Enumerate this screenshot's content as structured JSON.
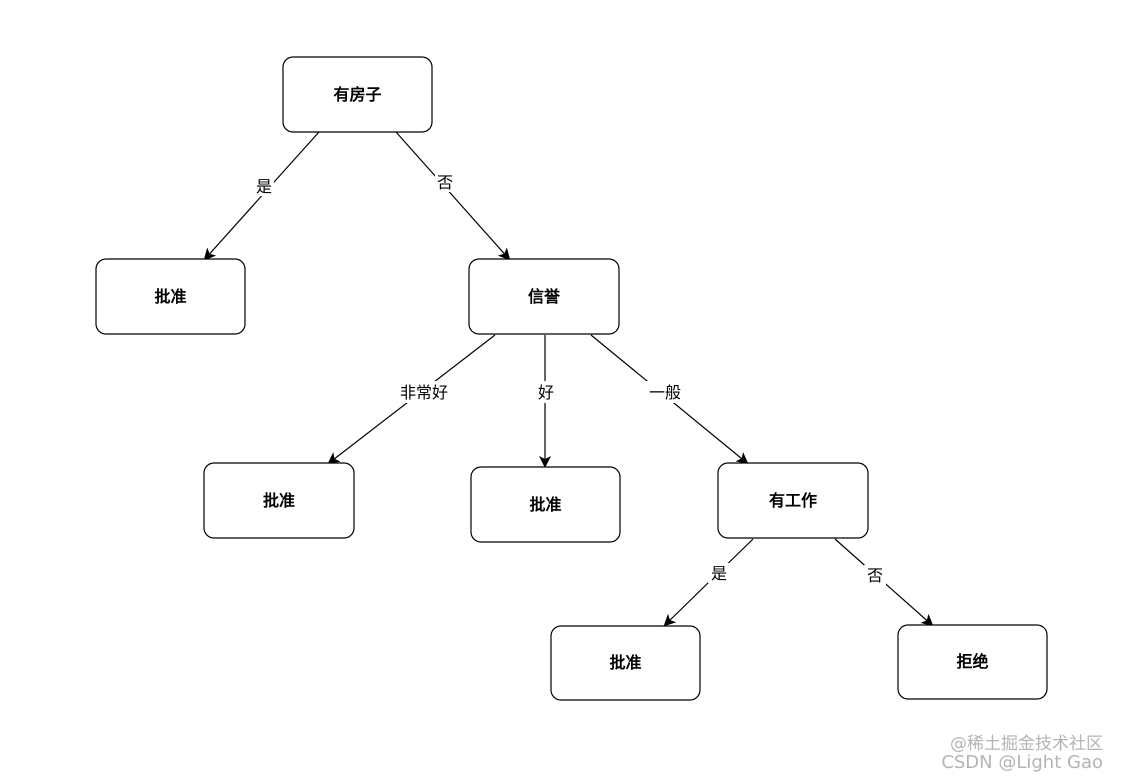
{
  "nodes": [
    {
      "id": "root",
      "label": "有房子"
    },
    {
      "id": "approve-1",
      "label": "批准"
    },
    {
      "id": "credit",
      "label": "信誉"
    },
    {
      "id": "approve-2",
      "label": "批准"
    },
    {
      "id": "approve-3",
      "label": "批准"
    },
    {
      "id": "has-job",
      "label": "有工作"
    },
    {
      "id": "approve-4",
      "label": "批准"
    },
    {
      "id": "reject",
      "label": "拒绝"
    }
  ],
  "edges": [
    {
      "from": "root",
      "to": "approve-1",
      "label": "是"
    },
    {
      "from": "root",
      "to": "credit",
      "label": "否"
    },
    {
      "from": "credit",
      "to": "approve-2",
      "label": "非常好"
    },
    {
      "from": "credit",
      "to": "approve-3",
      "label": "好"
    },
    {
      "from": "credit",
      "to": "has-job",
      "label": "一般"
    },
    {
      "from": "has-job",
      "to": "approve-4",
      "label": "是"
    },
    {
      "from": "has-job",
      "to": "reject",
      "label": "否"
    }
  ],
  "watermark": {
    "line1": "@稀土掘金技术社区",
    "line2": "CSDN @Light Gao"
  },
  "colors": {
    "stroke": "#000000",
    "background": "#ffffff",
    "watermark": "#b4b4b4"
  }
}
